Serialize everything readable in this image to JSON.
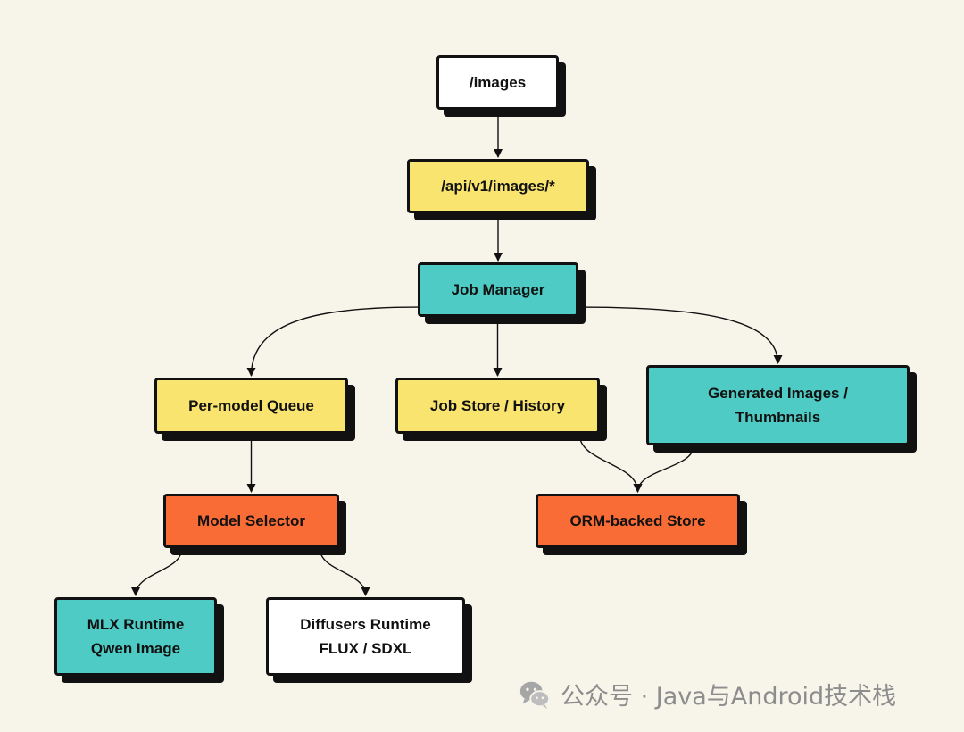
{
  "colors": {
    "background": "#f7f4ea",
    "yellow": "#f9e46f",
    "teal": "#4ecbc4",
    "orange": "#f96c35",
    "white": "#ffffff",
    "border": "#111111",
    "watermark": "#8d8d8d"
  },
  "nodes": {
    "images": {
      "line1": "/images",
      "color": "white"
    },
    "api": {
      "line1": "/api/v1/images/*",
      "color": "yellow"
    },
    "job_manager": {
      "line1": "Job Manager",
      "color": "teal"
    },
    "queue": {
      "line1": "Per-model Queue",
      "color": "yellow"
    },
    "job_store": {
      "line1": "Job Store / History",
      "color": "yellow"
    },
    "generated": {
      "line1": "Generated Images /",
      "line2": "Thumbnails",
      "color": "teal"
    },
    "model_selector": {
      "line1": "Model Selector",
      "color": "orange"
    },
    "orm_store": {
      "line1": "ORM-backed Store",
      "color": "orange"
    },
    "mlx": {
      "line1": "MLX Runtime",
      "line2": "Qwen Image",
      "color": "teal"
    },
    "diffusers": {
      "line1": "Diffusers Runtime",
      "line2": "FLUX / SDXL",
      "color": "white"
    }
  },
  "edges": [
    {
      "from": "images",
      "to": "api"
    },
    {
      "from": "api",
      "to": "job_manager"
    },
    {
      "from": "job_manager",
      "to": "queue"
    },
    {
      "from": "job_manager",
      "to": "job_store"
    },
    {
      "from": "job_manager",
      "to": "generated"
    },
    {
      "from": "queue",
      "to": "model_selector"
    },
    {
      "from": "model_selector",
      "to": "mlx"
    },
    {
      "from": "model_selector",
      "to": "diffusers"
    },
    {
      "from": "job_store",
      "to": "orm_store"
    },
    {
      "from": "generated",
      "to": "orm_store"
    }
  ],
  "watermark": {
    "icon": "wechat-icon",
    "text": "公众号 · Java与Android技术栈"
  }
}
